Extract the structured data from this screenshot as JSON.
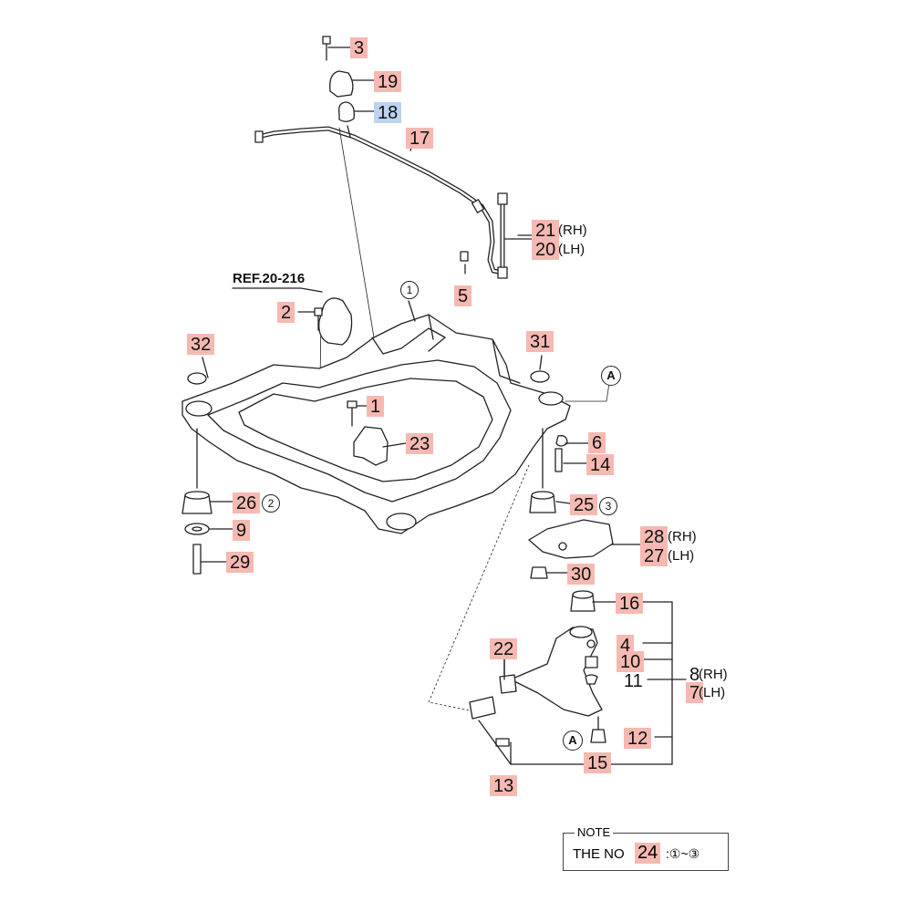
{
  "colors": {
    "part_label_bg": "#f6b9b2",
    "selected_label_bg": "#bcd3f2",
    "line": "#222222"
  },
  "ref_label": "REF.20-216",
  "parts": [
    {
      "id": "p3",
      "num": "3"
    },
    {
      "id": "p19",
      "num": "19"
    },
    {
      "id": "p18",
      "num": "18",
      "selected": true
    },
    {
      "id": "p17",
      "num": "17"
    },
    {
      "id": "p21",
      "num": "21",
      "side": "(RH)"
    },
    {
      "id": "p20",
      "num": "20",
      "side": "(LH)"
    },
    {
      "id": "p5",
      "num": "5"
    },
    {
      "id": "p2",
      "num": "2"
    },
    {
      "id": "p32",
      "num": "32"
    },
    {
      "id": "p31",
      "num": "31"
    },
    {
      "id": "p1",
      "num": "1"
    },
    {
      "id": "p23",
      "num": "23"
    },
    {
      "id": "p6",
      "num": "6"
    },
    {
      "id": "p14",
      "num": "14"
    },
    {
      "id": "p26",
      "num": "26",
      "circle": "2"
    },
    {
      "id": "p25",
      "num": "25",
      "circle": "3"
    },
    {
      "id": "p9",
      "num": "9"
    },
    {
      "id": "p28",
      "num": "28",
      "side": "(RH)"
    },
    {
      "id": "p27",
      "num": "27",
      "side": "(LH)"
    },
    {
      "id": "p29",
      "num": "29"
    },
    {
      "id": "p30",
      "num": "30"
    },
    {
      "id": "p16",
      "num": "16"
    },
    {
      "id": "p22",
      "num": "22"
    },
    {
      "id": "p4",
      "num": "4"
    },
    {
      "id": "p10",
      "num": "10"
    },
    {
      "id": "p11",
      "num": "11"
    },
    {
      "id": "p8",
      "num": "8",
      "side": "(RH)"
    },
    {
      "id": "p7",
      "num": "7",
      "side": "(LH)"
    },
    {
      "id": "p12",
      "num": "12"
    },
    {
      "id": "p15",
      "num": "15"
    },
    {
      "id": "p13",
      "num": "13"
    }
  ],
  "circled_markers": [
    "1",
    "A",
    "A"
  ],
  "note": {
    "title": "NOTE",
    "text": "THE NO",
    "number": "24",
    "range": ":①~③"
  }
}
